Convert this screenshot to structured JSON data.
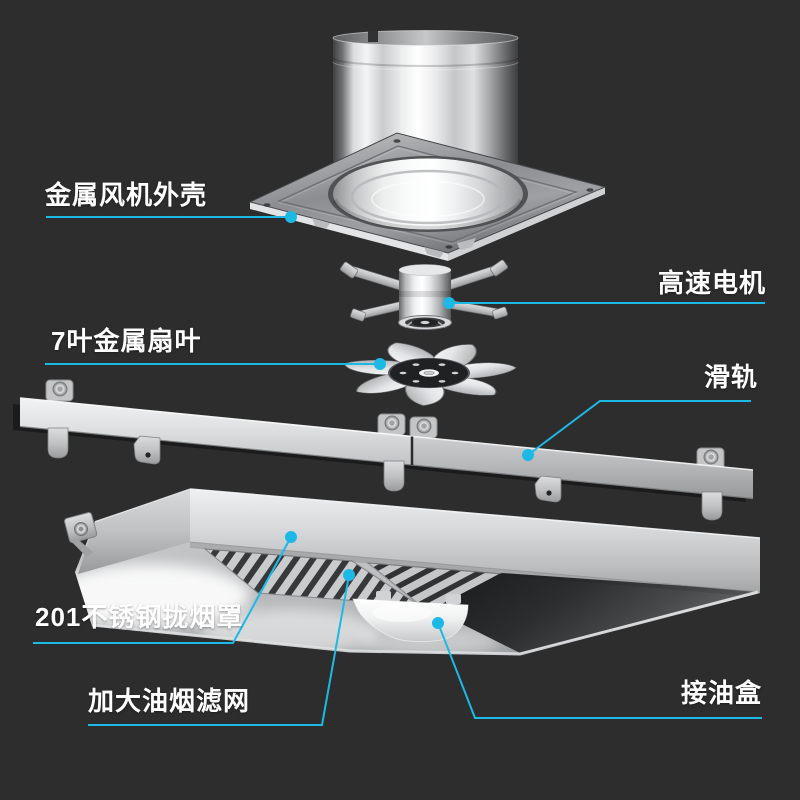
{
  "meta": {
    "background_color": "#2d2d2e",
    "accent_color": "#1db9e6",
    "label_text_color": "#ffffff"
  },
  "diagram": {
    "type": "exploded-product-diagram",
    "subject": "range-hood components",
    "labels": [
      {
        "id": "fan-housing",
        "text": "金属风机外壳",
        "side": "left"
      },
      {
        "id": "motor",
        "text": "高速电机",
        "side": "right"
      },
      {
        "id": "fan-blade",
        "text": "7叶金属扇叶",
        "side": "left"
      },
      {
        "id": "slide-rail",
        "text": "滑轨",
        "side": "right"
      },
      {
        "id": "hood-shell",
        "text": "201不锈钢拢烟罩",
        "side": "left"
      },
      {
        "id": "filter",
        "text": "加大油烟滤网",
        "side": "left"
      },
      {
        "id": "oil-cup",
        "text": "接油盒",
        "side": "right"
      }
    ]
  }
}
